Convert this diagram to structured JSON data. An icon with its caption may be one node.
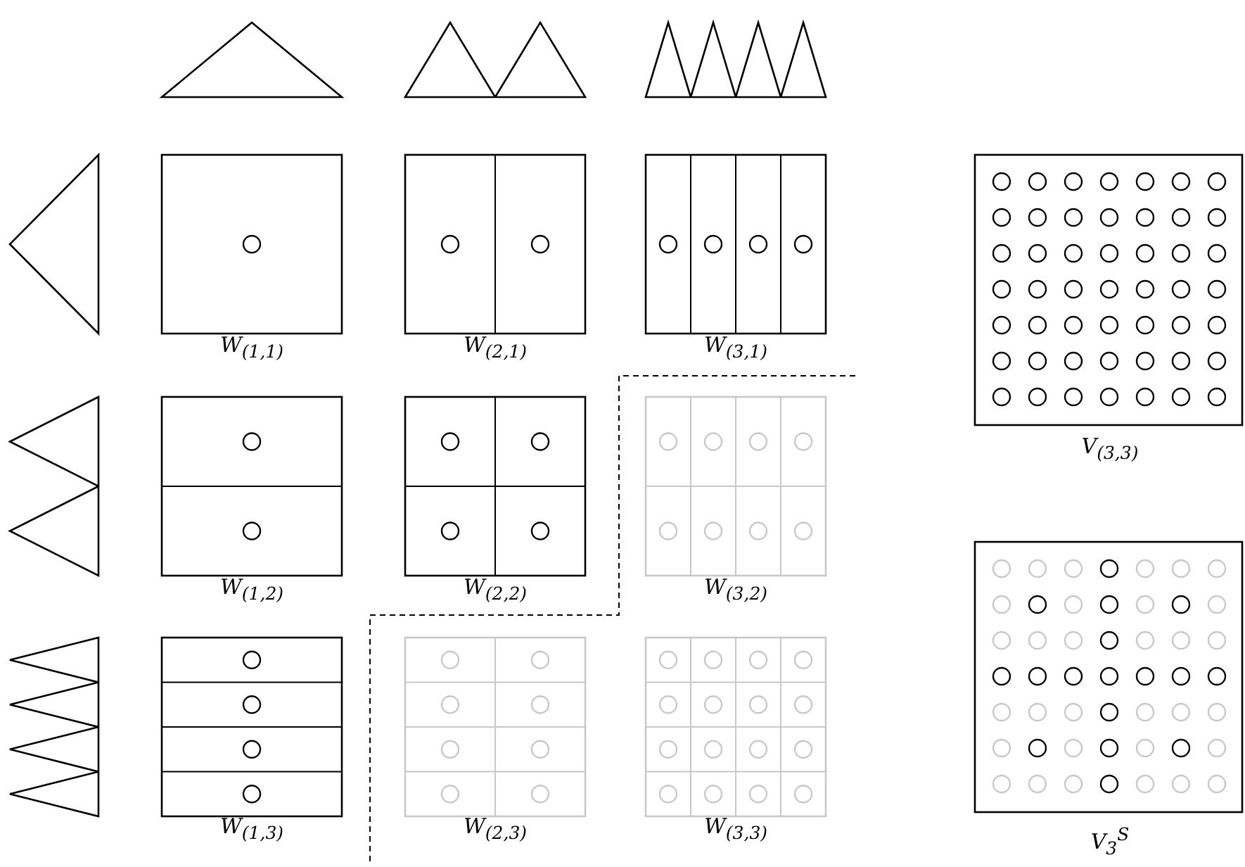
{
  "diagram": {
    "labels": [
      "W$_{(1,1)}$",
      "W$_{(2,1)}$",
      "W$_{(3,1)}$",
      "V$_{(3,3)}$",
      "W$_{(1,2)}$",
      "W$_{(2,2)}$",
      "W$_{(3,2)}$",
      "W$_{(1,3)}$",
      "W$_{(2,3)}$",
      "W$_{(3,3)}$",
      "V$_{3}$$^{S}$"
    ]
  }
}
